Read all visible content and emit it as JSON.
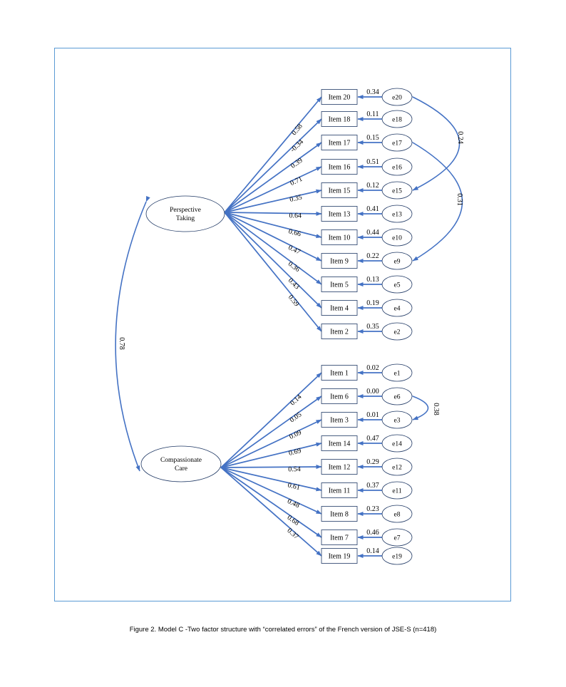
{
  "colors": {
    "frame": "#5b9bd5",
    "arrow": "#4472c4",
    "shape_stroke": "#1f3864"
  },
  "factors": [
    {
      "id": "perspective",
      "lines": [
        "Perspective",
        "Taking"
      ]
    },
    {
      "id": "compassionate",
      "lines": [
        "Compassionate",
        "Care"
      ]
    }
  ],
  "factor_correlation": "0.78",
  "items": [
    {
      "factor": "perspective",
      "label": "Item 20",
      "loading": "0.58",
      "error": "e20",
      "residual": "0.34"
    },
    {
      "factor": "perspective",
      "label": "Item 18",
      "loading": "-0.34",
      "error": "e18",
      "residual": "0.11"
    },
    {
      "factor": "perspective",
      "label": "Item 17",
      "loading": "0.39",
      "error": "e17",
      "residual": "0.15"
    },
    {
      "factor": "perspective",
      "label": "Item 16",
      "loading": "0.71",
      "error": "e16",
      "residual": "0.51"
    },
    {
      "factor": "perspective",
      "label": "Item 15",
      "loading": "0.35",
      "error": "e15",
      "residual": "0.12"
    },
    {
      "factor": "perspective",
      "label": "Item 13",
      "loading": "0.64",
      "error": "e13",
      "residual": "0.41"
    },
    {
      "factor": "perspective",
      "label": "Item 10",
      "loading": "0.66",
      "error": "e10",
      "residual": "0.44"
    },
    {
      "factor": "perspective",
      "label": "Item 9",
      "loading": "0.47",
      "error": "e9",
      "residual": "0.22"
    },
    {
      "factor": "perspective",
      "label": "Item 5",
      "loading": "0.36",
      "error": "e5",
      "residual": "0.13"
    },
    {
      "factor": "perspective",
      "label": "Item 4",
      "loading": "0.43",
      "error": "e4",
      "residual": "0.19"
    },
    {
      "factor": "perspective",
      "label": "Item 2",
      "loading": "0.59",
      "error": "e2",
      "residual": "0.35"
    },
    {
      "factor": "compassionate",
      "label": "Item 1",
      "loading": "0.14",
      "error": "e1",
      "residual": "0.02"
    },
    {
      "factor": "compassionate",
      "label": "Item 6",
      "loading": "0.05",
      "error": "e6",
      "residual": "0.00"
    },
    {
      "factor": "compassionate",
      "label": "Item 3",
      "loading": "0.09",
      "error": "e3",
      "residual": "0.01"
    },
    {
      "factor": "compassionate",
      "label": "Item 14",
      "loading": "0.69",
      "error": "e14",
      "residual": "0.47"
    },
    {
      "factor": "compassionate",
      "label": "Item 12",
      "loading": "0.54",
      "error": "e12",
      "residual": "0.29"
    },
    {
      "factor": "compassionate",
      "label": "Item 11",
      "loading": "0.61",
      "error": "e11",
      "residual": "0.37"
    },
    {
      "factor": "compassionate",
      "label": "Item 8",
      "loading": "0.48",
      "error": "e8",
      "residual": "0.23"
    },
    {
      "factor": "compassionate",
      "label": "Item 7",
      "loading": "0.68",
      "error": "e7",
      "residual": "0.46"
    },
    {
      "factor": "compassionate",
      "label": "Item 19",
      "loading": "0.37",
      "error": "e19",
      "residual": "0.14"
    }
  ],
  "error_correlations": [
    {
      "from": "e20",
      "to": "e15",
      "value": "0.24"
    },
    {
      "from": "e17",
      "to": "e9",
      "value": "0.31"
    },
    {
      "from": "e6",
      "to": "e3",
      "value": "0.38"
    }
  ],
  "caption": "Figure 2. Model C -Two factor structure with “correlated errors” of the French version of JSE-S (n=418)"
}
